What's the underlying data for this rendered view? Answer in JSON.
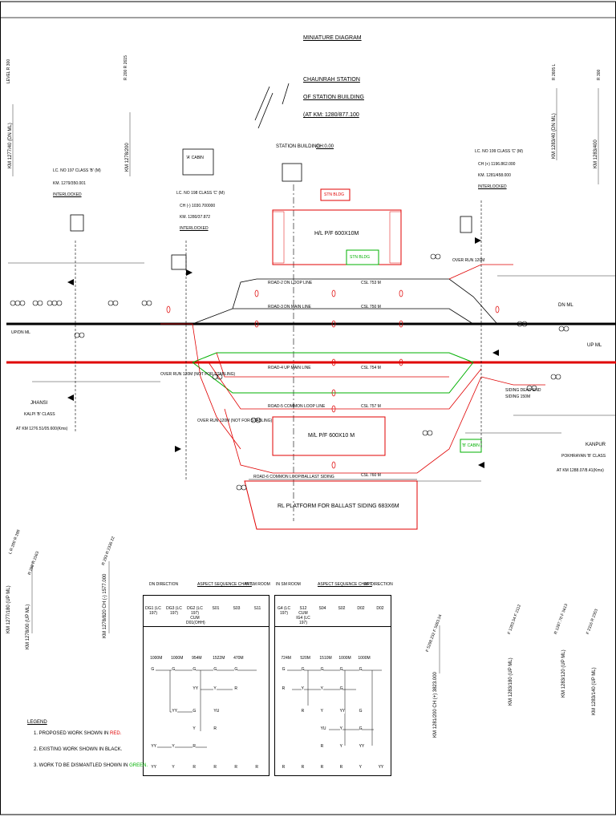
{
  "title": {
    "heading": "MINIATURE DIAGRAM",
    "line1": "CHAUNRAH STATION",
    "line2": "OF STATION BUILDING",
    "line3": "(AT KM: 1280/877.100",
    "line4_a": "STATION BUILDING",
    "line4_b": "CH:0.00"
  },
  "km_labels": {
    "left_level": "LEVEL R 300",
    "left_km": "KM 1277/40 (DN ML)",
    "r": "R 200 R 2615",
    "km2": "KM 1278/200",
    "right_r1": "R 2605 L",
    "right_r2": "R 300",
    "right_km1": "KM 1283/40 (DN ML)",
    "right_km2": "KM 1283/400"
  },
  "boxes": {
    "cabin": "'A' CABIN",
    "stn_bldg1": "STN BLDG",
    "stn_bldg2": "STN BLDG",
    "hl_pf": "H/L P/F 600X10M",
    "ml_pf": "M/L P/F 600X10 M",
    "rl_platform": "RL PLATFORM FOR BALLAST SIDING 683X6M",
    "cabin_b": "'B' CABIN"
  },
  "lc": {
    "lc1_a": "LC. NO 197 CLASS 'B' (M)",
    "lc1_b": "KM. 1279/350.001",
    "lc1_c": "INTERLOCKED",
    "lc2_a": "LC. NO 198 CLASS 'C' (M)",
    "lc2_b": "CH (-) 1030.700000",
    "lc2_c": "KM. 1280/37.872",
    "lc2_d": "INTERLOCKED",
    "lc3_a": "LC. NO 199 CLASS 'C' (M)",
    "lc3_b": "CH (+) 1196.862.000",
    "lc3_c": "KM. 1281/458.000",
    "lc3_d": "INTERLOCKED"
  },
  "track_labels": {
    "up_dn_ml_left": "UP/DN ML",
    "dn_ml_right": "DN ML",
    "up_ml_right": "UP ML",
    "road2_dn_loop": "ROAD-2 DN LOOP LINE",
    "road3_dn_main": "ROAD-3 DN MAIN LINE",
    "road4_up_main": "ROAD-4 UP MAIN LINE",
    "road5_common": "ROAD-5 COMMON LOOP LINE",
    "road6_ballast": "ROAD-6 COMMON LOOP/BALLAST SIDING",
    "csl1": "CSL 753 M",
    "csl2": "CSL 750 M",
    "csl3": "CSL 754 M",
    "csl4": "CSL 757 M",
    "csl5": "CSL 760 M",
    "over_run1": "OVER RUN 120M (NOT FOR STABLING)",
    "over_run2": "OVER RUN 120M (NOT FOR STABLING)",
    "over_run3": "OVER RUN 120M",
    "siding_dead": "SIDING DEAD END",
    "siding_150": "SIDING 150M"
  },
  "stations": {
    "left_a": "JHANSI",
    "left_b": "KALPI 'B' CLASS",
    "left_c": "AT KM 1276.51/05.600(Kms)",
    "right_a": "KANPUR",
    "right_b": "POKHRAYAN 'B' CLASS",
    "right_c": "AT KM 1288.07/8.41(Kms)"
  },
  "bottom_km": {
    "k1": "L R 200 R 288",
    "k2": "KM 1277/180 (UP ML)",
    "k3": "R 288 R 2563",
    "k4": "KM 1278/00 (UP ML)",
    "k5": "R 293 R 2336 22",
    "k6": "KM 1278/820 CH (-) 1577.000",
    "k7": "F 5298.232 F 5083.54",
    "k8": "KM 1281/200 CH (+) 3823.000",
    "k9": "F 1283.54 F 2112",
    "k10": "KM 1283/180 (UP ML)",
    "k11": "R 1287.70 F 5613",
    "k12": "KM 1283/120 (UP ML)",
    "k13": "F 2316 R 2353",
    "k14": "KM 1283/140 (UP ML)"
  },
  "aspect_dn": {
    "direction": "DN DIRECTION",
    "title": "ASPECT SEQUENCE CHART",
    "room": "IN SM ROOM",
    "headers": [
      "DG1 (LC 197)",
      "DG3 (LC 197)",
      "DG2 (LC 197) CUM D01(OHH)",
      "S01",
      "S03",
      "S11"
    ],
    "distances": [
      "1000M",
      "1000M",
      "954M",
      "1522M",
      "470M"
    ],
    "rows": [
      [
        "G",
        "G",
        "G",
        "G",
        "G",
        ""
      ],
      [
        "",
        "",
        "YY",
        "Y",
        "R",
        ""
      ],
      [
        "",
        "YY",
        "G",
        "YU",
        "",
        ""
      ],
      [
        "",
        "",
        "Y",
        "R",
        "",
        ""
      ],
      [
        "YY",
        "Y",
        "R",
        "",
        "",
        ""
      ],
      [
        "YY",
        "Y",
        "R",
        "R",
        "R",
        "R"
      ]
    ]
  },
  "aspect_up": {
    "room": "IN SM ROOM",
    "title": "ASPECT SEQUENCE CHART",
    "direction": "UP DIRECTION",
    "headers": [
      "G4 (LC 197)",
      "S12 CUM IG4 (LC 197)",
      "S04",
      "S02",
      "D02",
      "D02"
    ],
    "distances": [
      "724M",
      "520M",
      "1510M",
      "1000M",
      "1000M"
    ],
    "rows": [
      [
        "G",
        "G",
        "G",
        "G",
        "G",
        ""
      ],
      [
        "R",
        "Y",
        "Y",
        "G",
        "",
        ""
      ],
      [
        "",
        "R",
        "Y",
        "YY",
        "G",
        ""
      ],
      [
        "",
        "",
        "YU",
        "Y",
        "G",
        ""
      ],
      [
        "",
        "",
        "R",
        "Y",
        "YY",
        ""
      ],
      [
        "R",
        "R",
        "R",
        "R",
        "Y",
        "YY"
      ]
    ]
  },
  "legend": {
    "title": "LEGEND",
    "l1_a": "1. PROPOSED WORK SHOWN IN",
    "l1_b": "RED.",
    "l2": "2. EXISTING WORK SHOWN IN BLACK.",
    "l3_a": "3.  WORK TO BE DISMANTLED  SHOWN IN",
    "l3_b": "GREEN."
  },
  "colors": {
    "red": "#e00000",
    "green": "#00b000",
    "black": "#000000"
  }
}
